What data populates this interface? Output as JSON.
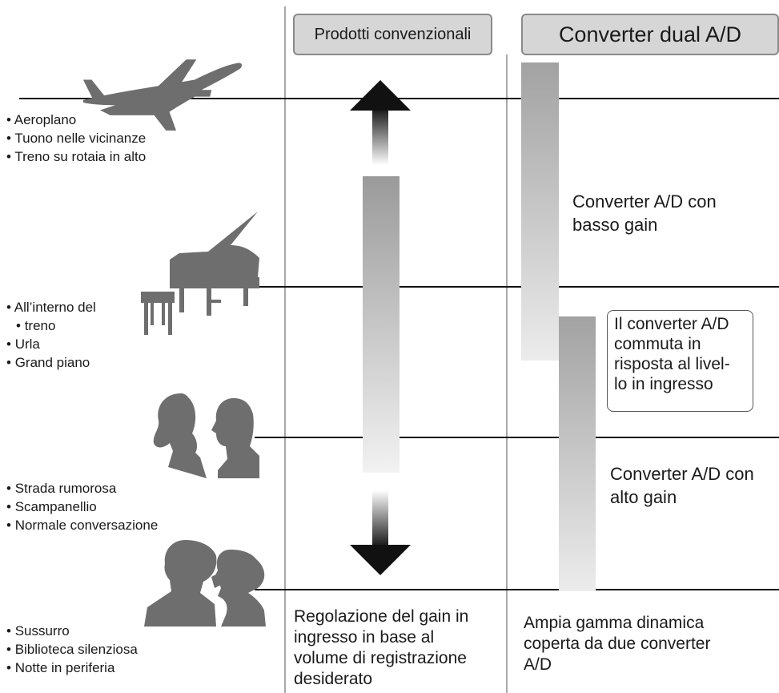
{
  "headers": {
    "conventional": "Prodotti convenzionali",
    "dual": "Converter dual A/D"
  },
  "levels": [
    {
      "items": [
        "Aeroplano",
        "Tuono nelle vicinanze",
        "Treno su rotaia in alto"
      ]
    },
    {
      "items": [
        "All’interno del",
        "treno",
        "Urla",
        "Grand piano"
      ]
    },
    {
      "items": [
        "Strada rumorosa",
        "Scampanellio",
        "Normale conversazione"
      ]
    },
    {
      "items": [
        "Sussurro",
        "Biblioteca silenziosa",
        "Notte in periferia"
      ]
    }
  ],
  "labels": {
    "low_gain": [
      "Converter A/D con",
      "basso gain"
    ],
    "switch": [
      "Il converter A/D",
      "commuta in",
      "risposta al livel-",
      "lo in ingresso"
    ],
    "high_gain": [
      "Converter A/D con",
      "alto gain"
    ]
  },
  "captions": {
    "conventional": [
      "Regolazione del gain in",
      "ingresso in base al",
      "volume di registrazione",
      "desiderato"
    ],
    "dual": [
      "Ampia gamma dinamica",
      "coperta da due converter",
      "A/D"
    ]
  },
  "icons": [
    "airplane-icon",
    "grand-piano-icon",
    "conversation-icon",
    "whisper-icon"
  ],
  "colors": {
    "header_bg": "#d6d6d6",
    "silhouette": "#6e6e6e",
    "bar_top": "#9a9a9a",
    "bar_bottom": "#f2f2f2"
  }
}
